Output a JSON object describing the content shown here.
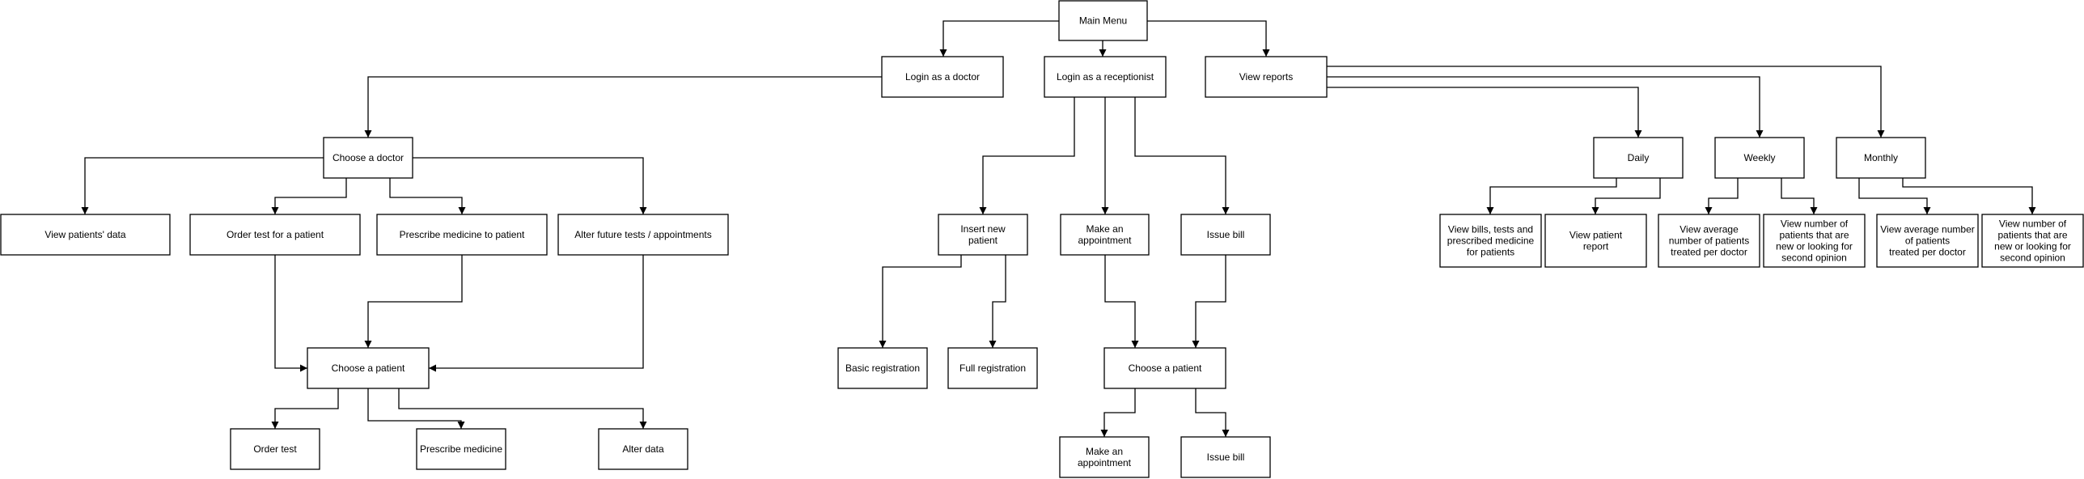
{
  "nodes": {
    "main_menu": [
      "Main Menu"
    ],
    "login_doctor": [
      "Login as a doctor"
    ],
    "login_receptionist": [
      "Login as a receptionist"
    ],
    "view_reports": [
      "View reports"
    ],
    "choose_doctor": [
      "Choose a doctor"
    ],
    "view_patients_data": [
      "View patients' data"
    ],
    "order_test_patient": [
      "Order test for a patient"
    ],
    "prescribe_medicine_patient": [
      "Prescribe medicine to patient"
    ],
    "alter_future": [
      "Alter future tests / appointments"
    ],
    "choose_patient_doc": [
      "Choose a patient"
    ],
    "order_test": [
      "Order test"
    ],
    "prescribe_medicine": [
      "Prescribe medicine"
    ],
    "alter_data": [
      "Alter data"
    ],
    "insert_new_patient": [
      "Insert new",
      "patient"
    ],
    "make_appointment": [
      "Make an",
      "appointment"
    ],
    "issue_bill": [
      "Issue bill"
    ],
    "basic_registration": [
      "Basic registration"
    ],
    "full_registration": [
      "Full registration"
    ],
    "choose_patient_rec": [
      "Choose a patient"
    ],
    "make_appointment_2": [
      "Make an",
      "appointment"
    ],
    "issue_bill_2": [
      "Issue bill"
    ],
    "daily": [
      "Daily"
    ],
    "weekly": [
      "Weekly"
    ],
    "monthly": [
      "Monthly"
    ],
    "daily_bills": [
      "View bills, tests and",
      "prescribed medicine",
      "for patients"
    ],
    "daily_patient_report": [
      "View patient",
      "report"
    ],
    "weekly_avg": [
      "View average",
      "number of patients",
      "treated per doctor"
    ],
    "weekly_new": [
      "View number of",
      "patients that are",
      "new or looking for",
      "second opinion"
    ],
    "monthly_avg": [
      "View average number",
      "of patients",
      "treated per doctor"
    ],
    "monthly_new": [
      "View number of",
      "patients that are",
      "new or looking for",
      "second opinion"
    ]
  },
  "edges": [
    [
      "main_menu",
      "login_doctor"
    ],
    [
      "main_menu",
      "login_receptionist"
    ],
    [
      "main_menu",
      "view_reports"
    ],
    [
      "login_doctor",
      "choose_doctor"
    ],
    [
      "choose_doctor",
      "view_patients_data"
    ],
    [
      "choose_doctor",
      "order_test_patient"
    ],
    [
      "choose_doctor",
      "prescribe_medicine_patient"
    ],
    [
      "choose_doctor",
      "alter_future"
    ],
    [
      "order_test_patient",
      "choose_patient_doc"
    ],
    [
      "prescribe_medicine_patient",
      "choose_patient_doc"
    ],
    [
      "alter_future",
      "choose_patient_doc"
    ],
    [
      "choose_patient_doc",
      "order_test"
    ],
    [
      "choose_patient_doc",
      "prescribe_medicine"
    ],
    [
      "choose_patient_doc",
      "alter_data"
    ],
    [
      "login_receptionist",
      "insert_new_patient"
    ],
    [
      "login_receptionist",
      "make_appointment"
    ],
    [
      "login_receptionist",
      "issue_bill"
    ],
    [
      "insert_new_patient",
      "basic_registration"
    ],
    [
      "insert_new_patient",
      "full_registration"
    ],
    [
      "make_appointment",
      "choose_patient_rec"
    ],
    [
      "issue_bill",
      "choose_patient_rec"
    ],
    [
      "choose_patient_rec",
      "make_appointment_2"
    ],
    [
      "choose_patient_rec",
      "issue_bill_2"
    ],
    [
      "view_reports",
      "daily"
    ],
    [
      "view_reports",
      "weekly"
    ],
    [
      "view_reports",
      "monthly"
    ],
    [
      "daily",
      "daily_bills"
    ],
    [
      "daily",
      "daily_patient_report"
    ],
    [
      "weekly",
      "weekly_avg"
    ],
    [
      "weekly",
      "weekly_new"
    ],
    [
      "monthly",
      "monthly_avg"
    ],
    [
      "monthly",
      "monthly_new"
    ]
  ]
}
